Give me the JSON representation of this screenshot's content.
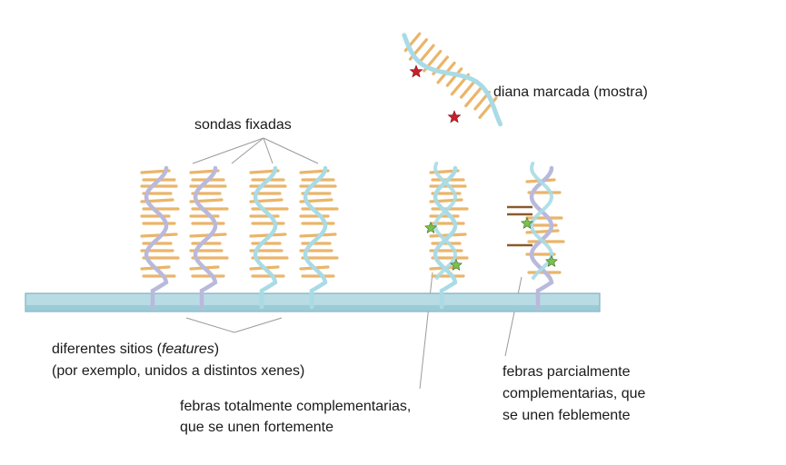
{
  "labels": {
    "probes": "sondas fixadas",
    "target": "diana marcada (mostra)",
    "features_line1_prefix": "diferentes sitios (",
    "features_line1_italic": "features",
    "features_line1_suffix": ")",
    "features_line2": "(por exemplo, unidos a distintos xenes)",
    "full_line1": "febras totalmente complementarias,",
    "full_line2": "que se unen fortemente",
    "partial_line1": "febras parcialmente",
    "partial_line2": "complementarias, que",
    "partial_line3": "se unen feblemente"
  },
  "colors": {
    "strand_lavender": "#b9b9dc",
    "strand_cyan": "#a9dbe6",
    "base_orange": "#eab56a",
    "base_dark": "#8a5a2b",
    "slide_fill": "#b8dbe4",
    "slide_edge": "#7fb2c2",
    "star_green": "#7cc04f",
    "star_red": "#c8202a",
    "leader_line": "#9a9a9a"
  }
}
